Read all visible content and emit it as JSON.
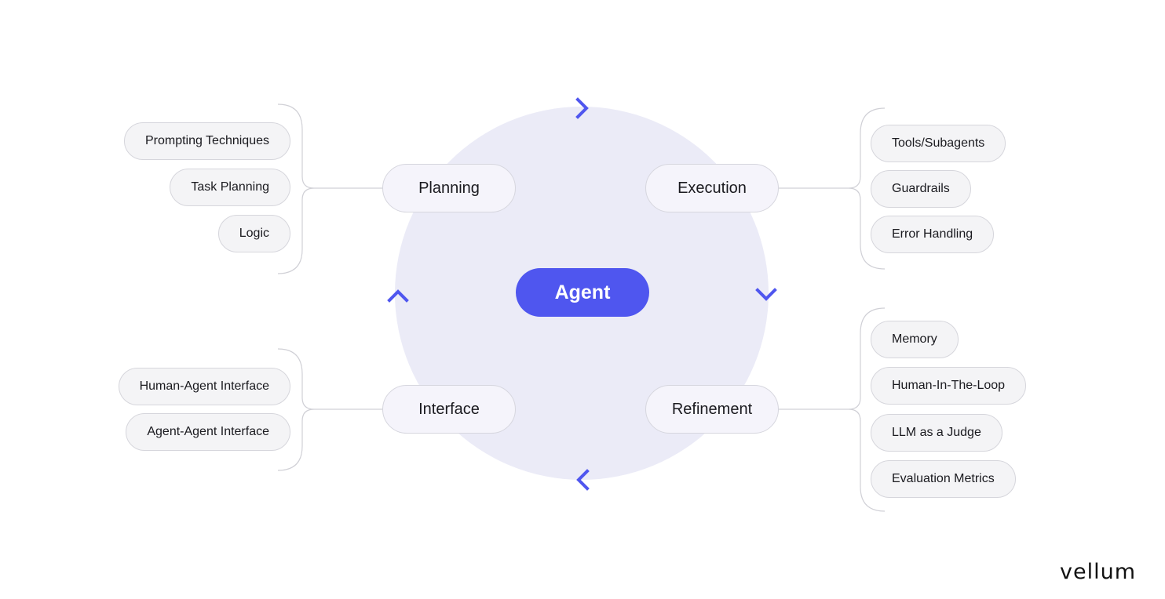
{
  "center": {
    "label": "Agent"
  },
  "phases": {
    "planning": {
      "label": "Planning",
      "items": [
        "Prompting Techniques",
        "Task Planning",
        "Logic"
      ]
    },
    "execution": {
      "label": "Execution",
      "items": [
        "Tools/Subagents",
        "Guardrails",
        "Error Handling"
      ]
    },
    "interface": {
      "label": "Interface",
      "items": [
        "Human-Agent Interface",
        "Agent-Agent Interface"
      ]
    },
    "refinement": {
      "label": "Refinement",
      "items": [
        "Memory",
        "Human-In-The-Loop",
        "LLM as a Judge",
        "Evaluation Metrics"
      ]
    }
  },
  "logo": "vellum",
  "colors": {
    "accent": "#4f56ef",
    "circle": "#ebebf7",
    "pill_fill": "#f4f4f6",
    "pill_border": "#d6d6dc",
    "connector": "#d0d0d6"
  },
  "icons": [
    "chevron-right-icon",
    "chevron-down-icon",
    "chevron-left-icon",
    "chevron-up-icon"
  ]
}
